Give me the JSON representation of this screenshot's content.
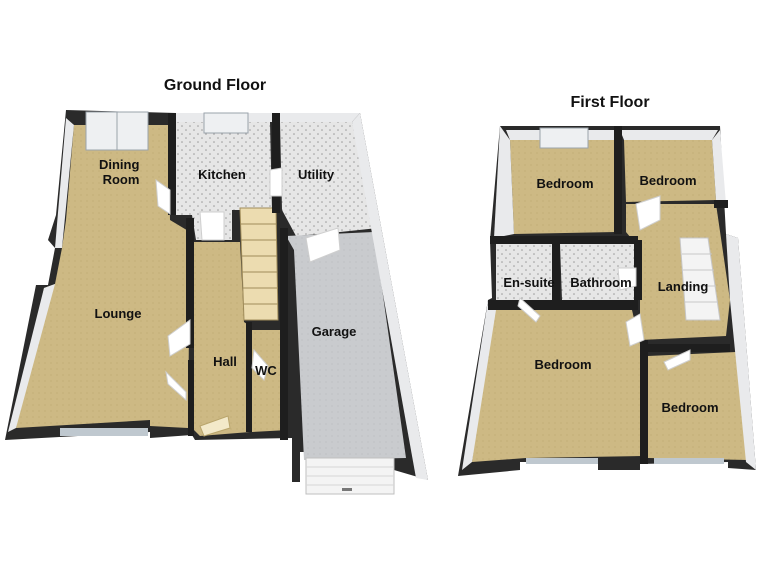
{
  "floors": [
    {
      "title": "Ground Floor",
      "rooms": [
        "Dining Room",
        "Kitchen",
        "Utility",
        "Lounge",
        "Hall",
        "WC",
        "Garage"
      ]
    },
    {
      "title": "First Floor",
      "rooms": [
        "Bedroom",
        "Bedroom",
        "En-suite",
        "Bathroom",
        "Landing",
        "Bedroom",
        "Bedroom"
      ]
    }
  ],
  "ground": {
    "title": "Ground Floor",
    "dining": "Dining Room",
    "kitchen": "Kitchen",
    "utility": "Utility",
    "lounge": "Lounge",
    "hall": "Hall",
    "wc": "WC",
    "garage": "Garage"
  },
  "first": {
    "title": "First Floor",
    "bedroom_top_left": "Bedroom",
    "bedroom_top_right": "Bedroom",
    "ensuite": "En-suite",
    "bathroom": "Bathroom",
    "landing": "Landing",
    "bedroom_bottom_left": "Bedroom",
    "bedroom_bottom_right": "Bedroom"
  },
  "colors": {
    "wall": "#111111",
    "carpet": "#cdb984",
    "tile": "#e4e4e4",
    "garage_floor": "#c7c9cc",
    "wall_inner": "#f2f2f2"
  }
}
